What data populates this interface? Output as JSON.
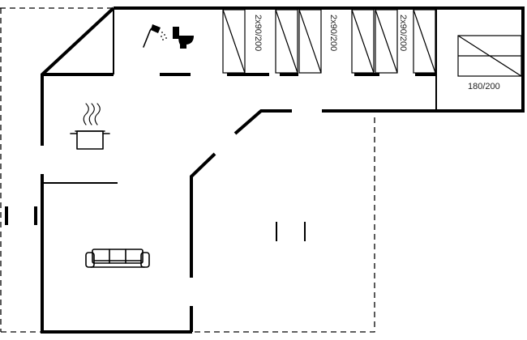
{
  "beds": {
    "bunk_1_label": "2x90/200",
    "bunk_2_label": "2x90/200",
    "bunk_3_label": "2x90/200",
    "double_label": "180/200"
  },
  "icons": {
    "shower": "shower-icon",
    "toilet": "toilet-icon",
    "stove": "cooking-pot-icon",
    "sofa": "sofa-icon"
  },
  "colors": {
    "wall": "#000000",
    "background": "#ffffff"
  }
}
